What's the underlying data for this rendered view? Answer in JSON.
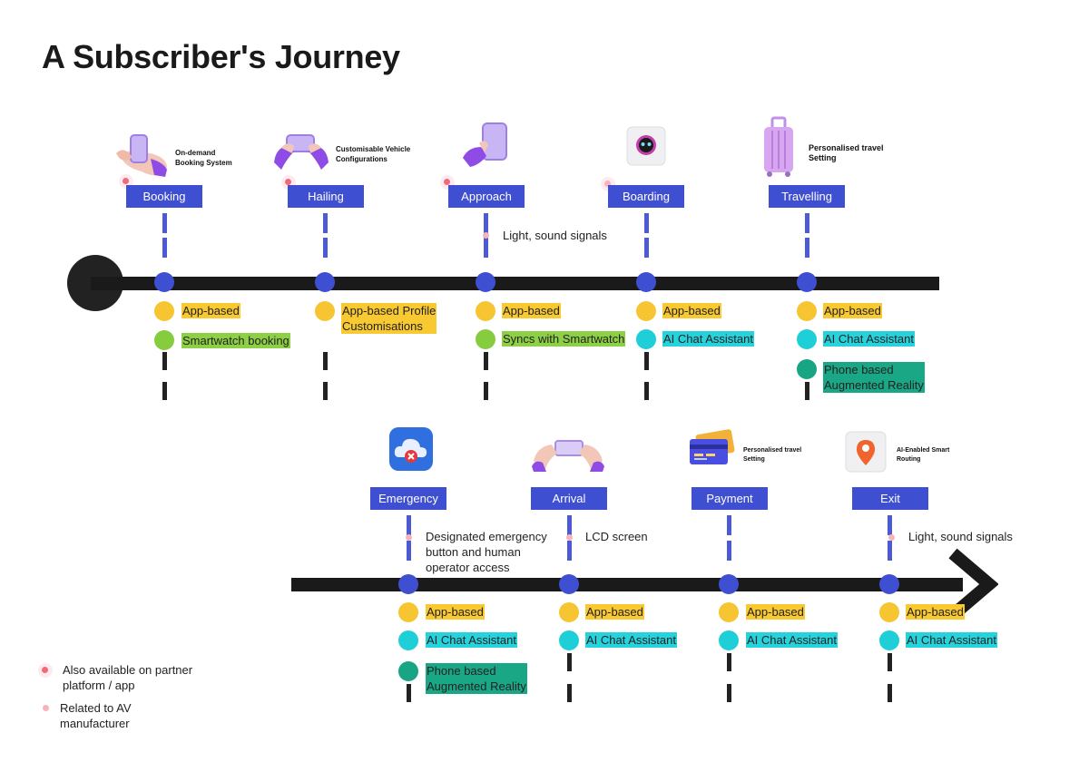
{
  "title": "A Subscriber's Journey",
  "stages_top": [
    {
      "label": "Booking",
      "caption": "On-demand\nBooking System",
      "icon": "phone-hand-icon"
    },
    {
      "label": "Hailing",
      "caption": "Customisable Vehicle\nConfigurations",
      "icon": "phone-hands-icon"
    },
    {
      "label": "Approach",
      "caption": "",
      "note": "Light, sound signals",
      "icon": "phone-hand-icon"
    },
    {
      "label": "Boarding",
      "caption": "",
      "icon": "robot-app-icon"
    },
    {
      "label": "Travelling",
      "caption": "Personalised travel\nSetting",
      "icon": "suitcase-icon"
    }
  ],
  "stages_bottom": [
    {
      "label": "Emergency",
      "note": "Designated emergency\nbutton and human\noperator access",
      "icon": "cloud-alert-icon"
    },
    {
      "label": "Arrival",
      "note": "LCD screen",
      "icon": "phone-landscape-icon"
    },
    {
      "label": "Payment",
      "caption": "Personalised travel\nSetting",
      "icon": "credit-card-icon"
    },
    {
      "label": "Exit",
      "caption": "AI-Enabled Smart\nRouting",
      "note": "Light, sound signals",
      "icon": "map-pin-icon"
    }
  ],
  "features": {
    "app_based": "App-based",
    "smartwatch_booking": "Smartwatch booking",
    "app_profile": "App-based Profile\nCustomisations",
    "syncs_smartwatch": "Syncs with Smartwatch",
    "ai_chat": "AI Chat Assistant",
    "phone_ar": "Phone based\nAugmented Reality"
  },
  "legend": {
    "partner": "Also available on partner\nplatform / app",
    "av": "Related to AV\nmanufacturer"
  },
  "colors": {
    "stage": "#3f4fd1",
    "app": "#f7c531",
    "smartwatch": "#86cc3f",
    "ai": "#1ecfd8",
    "ar": "#17a583",
    "partner_dot": "#f06a7a",
    "av_dot": "#f6b3bd"
  }
}
